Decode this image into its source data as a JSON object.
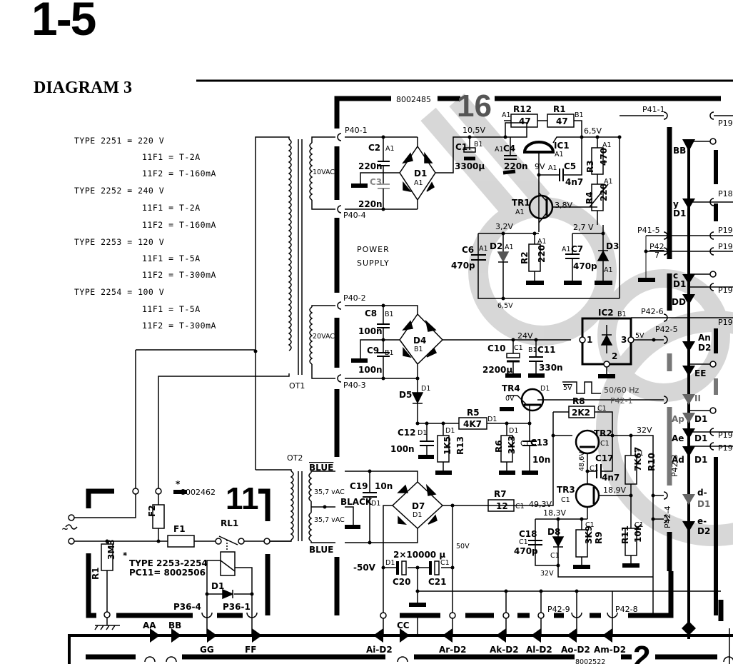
{
  "page": {
    "number": "1-5",
    "title": "DIAGRAM 3"
  },
  "type_table": [
    {
      "type": "TYPE  2251 = 220 V",
      "f1": "11F1 =  T-2A",
      "f2": "11F2 =  T-160mA"
    },
    {
      "type": "TYPE  2252 = 240 V",
      "f1": "11F1 =  T-2A",
      "f2": "11F2 =  T-160mA"
    },
    {
      "type": "TYPE  2253 = 120 V",
      "f1": "11F1 =  T-5A",
      "f2": "11F2 =  T-300mA"
    },
    {
      "type": "TYPE  2254 = 100 V",
      "f1": "11F1 =  T-5A",
      "f2": "11F2 =  T-300mA"
    }
  ],
  "boards": {
    "power_supply": {
      "part_no": "8002485",
      "number": "16",
      "label_line1": "POWER",
      "label_line2": "SUPPLY"
    },
    "mains": {
      "part_no": "8002462",
      "number": "11",
      "note_line1": "TYPE 2253-2254",
      "note_line2": "PC11= 8002506"
    },
    "bottom": {
      "part_no": "8002522",
      "number": "2"
    }
  },
  "transformers": {
    "ot1": {
      "label": "OT1",
      "sec1": "10VAC",
      "sec2": "20VAC"
    },
    "ot2": {
      "label": "OT2",
      "tap_top": "BLUE",
      "tap_mid": "BLACK",
      "tap_bot": "BLUE",
      "sec1": "35,7 vAC",
      "sec2": "35,7 vAC"
    }
  },
  "connectors": {
    "p40_1": "P40-1",
    "p40_4": "P40-4",
    "p40_2": "P40-2",
    "p40_3": "P40-3",
    "p41_1": "P41-1",
    "p41_5": "P41-5",
    "p42_7": "P42",
    "p42_7b": "7",
    "p42_6": "P42-6",
    "p42_5": "P42-5",
    "p42_1": "P42-1",
    "p42_3": "P42-3",
    "p42_4": "P42-4",
    "p42_9": "P42-9",
    "p42_8": "P42-8",
    "p36_4": "P36-4",
    "p36_1": "P36-1",
    "p19a": "P19",
    "p18": "P18",
    "p19b": "P19",
    "p19c": "P19",
    "p19d": "P19",
    "p19e": "P19",
    "p19f": "P19",
    "p19g": "P19"
  },
  "components": {
    "c2": {
      "ref": "C2",
      "value": "220n",
      "code": "A1"
    },
    "c3": {
      "ref": "C3",
      "value": "220n"
    },
    "d1": {
      "ref": "D1",
      "code": "A1"
    },
    "c1": {
      "ref": "C1",
      "value": "3300µ",
      "code": "B1"
    },
    "c4": {
      "ref": "C4",
      "value": "220n",
      "code": "A1"
    },
    "r12": {
      "ref": "R12",
      "value": "47",
      "code": "A1"
    },
    "r1": {
      "ref": "R1",
      "value": "47",
      "code": "B1"
    },
    "ic1": {
      "ref": "IC1",
      "code": "A1"
    },
    "c5": {
      "ref": "C5",
      "value": "4n7",
      "code": "A1"
    },
    "r3": {
      "ref": "R3",
      "value": "470",
      "code": "A1"
    },
    "r4": {
      "ref": "R4",
      "value": "220",
      "code": "A1"
    },
    "tr1": {
      "ref": "TR1",
      "code": "A1"
    },
    "c6": {
      "ref": "C6",
      "value": "470p",
      "code": "A1"
    },
    "d2": {
      "ref": "D2",
      "code": "A1"
    },
    "r2": {
      "ref": "R2",
      "value": "220",
      "code": "A1"
    },
    "c7": {
      "ref": "C7",
      "value": "470p",
      "code": "A1"
    },
    "d3": {
      "ref": "D3",
      "code": "A1"
    },
    "c8": {
      "ref": "C8",
      "value": "100n",
      "code": "B1"
    },
    "c9": {
      "ref": "C9",
      "value": "100n",
      "code": "B1"
    },
    "d4": {
      "ref": "D4",
      "code": "B1"
    },
    "c10": {
      "ref": "C10",
      "value": "2200µ",
      "code": "C1"
    },
    "c11": {
      "ref": "C11",
      "value": "330n",
      "code": "B1"
    },
    "ic2": {
      "ref": "IC2",
      "code": "B1",
      "pin1": "1",
      "pin2": "2",
      "pin3": "3"
    },
    "d5": {
      "ref": "D5",
      "code": "D1"
    },
    "tr4": {
      "ref": "TR4",
      "code": "D1"
    },
    "r5": {
      "ref": "R5",
      "value": "4K7",
      "code": "D1"
    },
    "c12": {
      "ref": "C12",
      "value": "100n",
      "code": "D1"
    },
    "r13": {
      "ref": "R13",
      "value": "1K5",
      "code": "D1"
    },
    "r6": {
      "ref": "R6",
      "value": "3K3",
      "code": "D1"
    },
    "c13": {
      "ref": "C13",
      "value": "10n",
      "code": "C1"
    },
    "r8": {
      "ref": "R8",
      "value": "2K2",
      "code": "C1"
    },
    "tr2": {
      "ref": "TR2",
      "code": "C1"
    },
    "c17": {
      "ref": "C17",
      "value": "4n7",
      "code": "C1"
    },
    "r10": {
      "ref": "R10",
      "value": "7K67",
      "code": "C1"
    },
    "tr3": {
      "ref": "TR3",
      "code": "C1"
    },
    "c19": {
      "ref": "C19",
      "value": "10n",
      "code": "D1"
    },
    "d7": {
      "ref": "D7",
      "code": "D1"
    },
    "r7": {
      "ref": "R7",
      "value": "12",
      "code": "C1"
    },
    "c18": {
      "ref": "C18",
      "value": "470p",
      "code": "C1"
    },
    "d8": {
      "ref": "D8",
      "code": "C1"
    },
    "r9": {
      "ref": "R9",
      "value": "3K9",
      "code": "C1"
    },
    "r11": {
      "ref": "R11",
      "value": "10K",
      "code": "C1"
    },
    "c20": {
      "ref": "C20",
      "code": "D1"
    },
    "c21": {
      "ref": "C21",
      "code": "C1"
    },
    "c20_21_value": "2×10000 µ",
    "f1": {
      "ref": "F1"
    },
    "f2": {
      "ref": "F2"
    },
    "rl1": {
      "ref": "RL1"
    },
    "rl_d1": {
      "ref": "D1"
    },
    "r1_mains": {
      "ref": "R1",
      "value": "3M3"
    }
  },
  "voltages": {
    "v10_5": "10,5V",
    "v6_5a": "6,5V",
    "v9": "9V",
    "v3_8": "3,8V",
    "v3_2": "3,2V",
    "v2_7": "2,7 V",
    "v6_5b": "6,5V",
    "v24": "24V",
    "v5": "5V",
    "v0": "0V",
    "v5pulse": "5V",
    "freq": "50/60 Hz",
    "v32a": "32V",
    "v48_6": "48,6V",
    "v18_9": "18,9V",
    "v49_3": "49,3V",
    "v18_3": "18,3V",
    "v32b": "32V",
    "vneg50": "-50V",
    "v50": "50V"
  },
  "bus_labels": {
    "bb": "BB",
    "y": "y",
    "d1a": "D1",
    "c": "c",
    "d1b": "D1",
    "dd": "DD",
    "an": "An",
    "d2a": "D2",
    "ee": "EE",
    "ii": "II",
    "ap": "Ap",
    "d1c": "D1",
    "ae": "Ae",
    "d1d": "D1",
    "ad": "Ad",
    "d1e": "D1",
    "d": "d-",
    "d1f": "D1",
    "e": "e-",
    "d2b": "D2",
    "aa": "AA",
    "bb2": "BB",
    "gg": "GG",
    "ff": "FF",
    "cc": "CC",
    "ai_d2": "Ai-D2",
    "ar_d2": "Ar-D2",
    "ak_d2": "Ak-D2",
    "al_d2": "Al-D2",
    "ao_d2": "Ao-D2",
    "am_d2": "Am-D2"
  },
  "mains_symbol": "~",
  "watermark_color": "#d0d0d0"
}
